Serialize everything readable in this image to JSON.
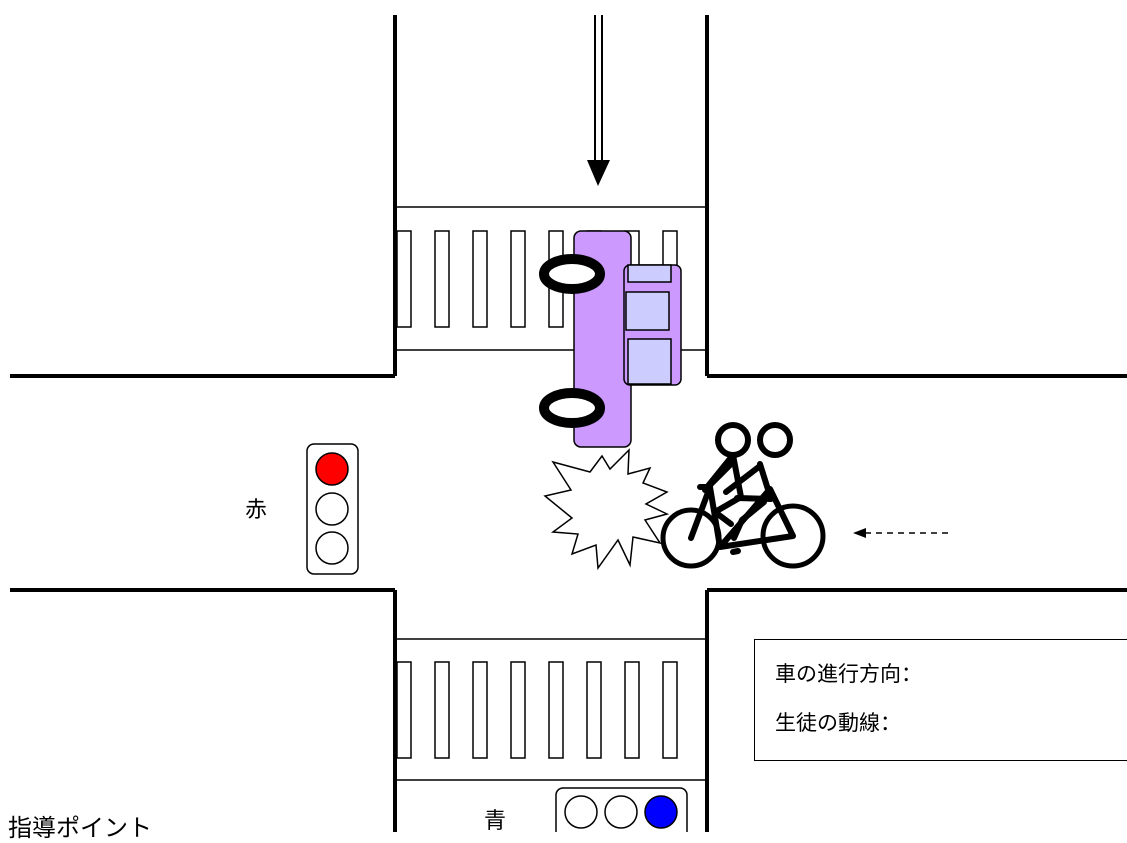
{
  "signals": {
    "red_label": "赤",
    "blue_label": "青",
    "red_color": "#ff0000",
    "blue_color": "#0000ff"
  },
  "vehicle": {
    "body_color": "#cc99ff",
    "window_color": "#ccccff"
  },
  "legend": {
    "car_direction": "車の進行方向：",
    "student_path": "生徒の動線："
  },
  "guidance": {
    "title": "指導ポイント"
  }
}
